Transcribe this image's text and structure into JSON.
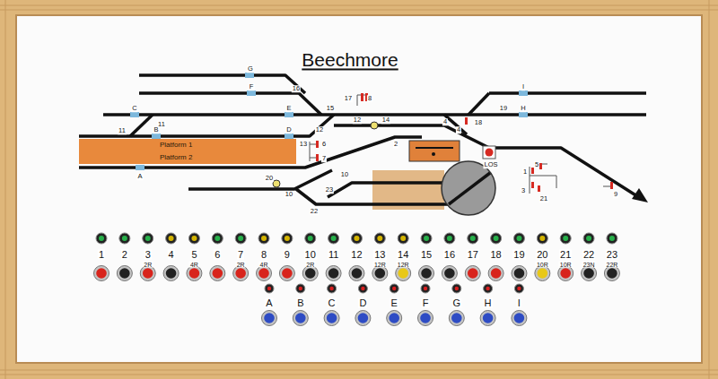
{
  "diagram": {
    "title": "Beechmore",
    "nodes": [
      {
        "text": [
          "Platform 1"
        ]
      },
      {
        "text": [
          "Platform 2"
        ]
      }
    ],
    "labels": [
      "G",
      "16",
      "F",
      "17",
      "8",
      "I",
      "19",
      "C",
      "11",
      "E",
      "15",
      "H",
      "12",
      "14",
      "4",
      "18",
      "11",
      "B",
      "D",
      "12",
      "2",
      "4",
      "13",
      "6",
      "7",
      "LOS",
      "5",
      "1",
      "10",
      "A",
      "20",
      "10",
      "23",
      "3",
      "9",
      "21",
      "22",
      "1",
      "2",
      "3",
      "4",
      "5",
      "6",
      "7",
      "8",
      "9",
      "10",
      "11",
      "12",
      "13",
      "14",
      "15",
      "16",
      "17",
      "18",
      "19",
      "20",
      "21",
      "22",
      "23",
      "2R",
      "4R",
      "2R",
      "4R",
      "2R",
      "12R",
      "12R",
      "10R",
      "10R",
      "23N",
      "22R",
      "A",
      "B",
      "C",
      "D",
      "E",
      "F",
      "G",
      "H",
      "I"
    ]
  }
}
